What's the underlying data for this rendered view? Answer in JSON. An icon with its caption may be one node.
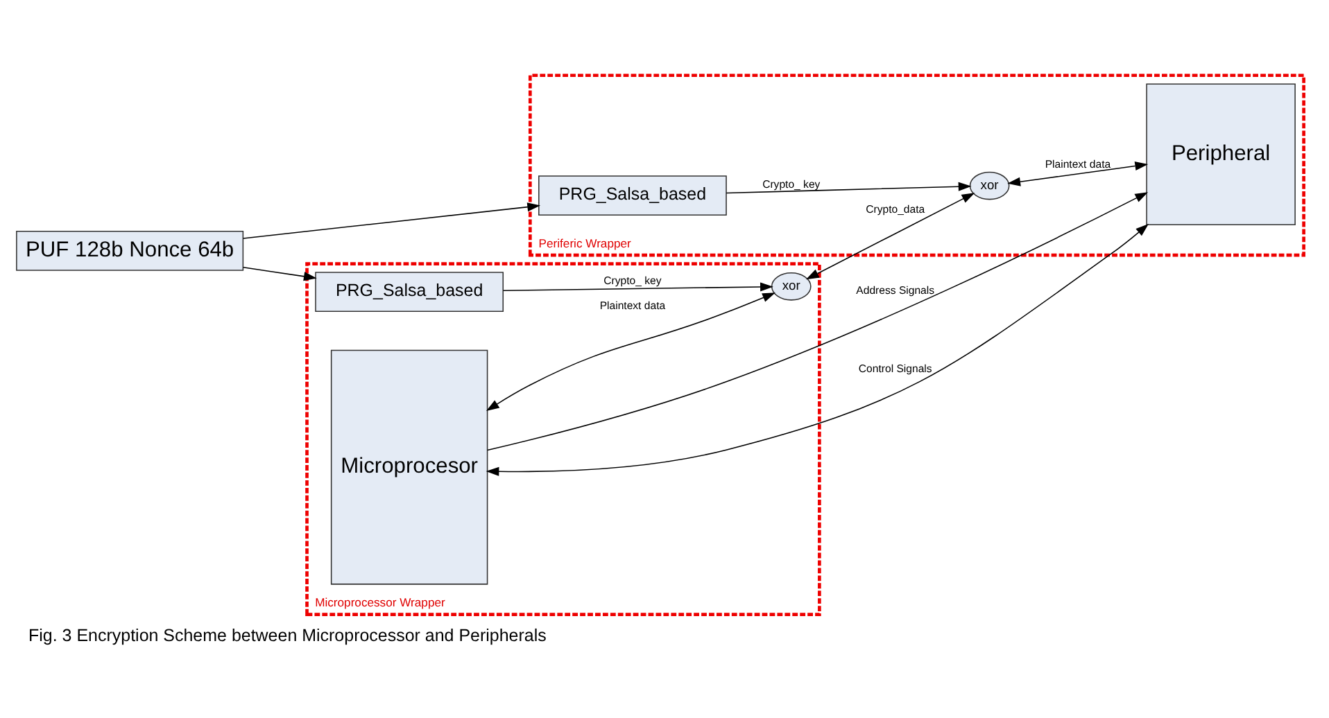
{
  "diagram": {
    "caption": "Fig. 3 Encryption Scheme between Microprocessor and Peripherals",
    "nodes": [
      {
        "text": [
          "PUF 128b Nonce 64b"
        ]
      },
      {
        "text": [
          "Microprocessor Wrapper"
        ]
      },
      {
        "text": [
          "PRG_Salsa_based"
        ],
        "in": 1
      },
      {
        "text": [
          "Microprocesor"
        ],
        "in": 1
      },
      {
        "text": [
          "xor"
        ],
        "in": 1
      },
      {
        "text": [
          "Periferic Wrapper"
        ]
      },
      {
        "text": [
          "PRG_Salsa_based"
        ],
        "in": 5
      },
      {
        "text": [
          "xor"
        ],
        "in": 5
      },
      {
        "text": [
          "Peripheral"
        ],
        "in": 5
      }
    ],
    "edges": [
      {
        "from": 0,
        "to": 2,
        "arrow": "to"
      },
      {
        "from": 0,
        "to": 6,
        "arrow": "to"
      },
      {
        "from": 2,
        "to": 4,
        "arrow": "to",
        "label": "Crypto_ key"
      },
      {
        "from": 6,
        "to": 7,
        "arrow": "to",
        "label": "Crypto_ key"
      },
      {
        "from": 3,
        "to": 4,
        "arrow": "both",
        "label": "Plaintext data"
      },
      {
        "from": 4,
        "to": 7,
        "arrow": "both",
        "label": "Crypto_data"
      },
      {
        "from": 7,
        "to": 8,
        "arrow": "both",
        "label": "Plaintext data"
      },
      {
        "from": 3,
        "to": 8,
        "arrow": "to",
        "label": "Address Signals"
      },
      {
        "from": 3,
        "to": 8,
        "arrow": "both",
        "label": "Control Signals"
      }
    ]
  }
}
